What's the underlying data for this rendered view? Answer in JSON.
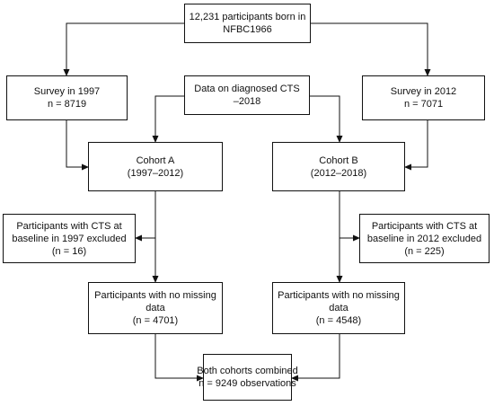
{
  "nodes": {
    "participants": {
      "lines": [
        "12,231 participants born in",
        "NFBC1966"
      ]
    },
    "survey1997": {
      "lines": [
        "Survey in 1997",
        "n = 8719"
      ]
    },
    "cts_data": {
      "lines": [
        "Data on diagnosed CTS",
        "–2018"
      ]
    },
    "survey2012": {
      "lines": [
        "Survey in 2012",
        "n = 7071"
      ]
    },
    "cohort_a": {
      "lines": [
        "Cohort A",
        "(1997–2012)"
      ]
    },
    "cohort_b": {
      "lines": [
        "Cohort B",
        "(2012–2018)"
      ]
    },
    "excluded_a": {
      "lines": [
        "Participants with CTS at",
        "baseline in 1997 excluded",
        "(n = 16)"
      ]
    },
    "excluded_b": {
      "lines": [
        "Participants with CTS at",
        "baseline in 2012 excluded",
        "(n = 225)"
      ]
    },
    "complete_a": {
      "lines": [
        "Participants with no missing",
        "data",
        "(n = 4701)"
      ]
    },
    "complete_b": {
      "lines": [
        "Participants with no missing",
        "data",
        "(n = 4548)"
      ]
    },
    "combined": {
      "lines": [
        "Both cohorts combined",
        "n = 9249 observations"
      ]
    }
  },
  "colors": {
    "stroke": "#111111",
    "fill": "#ffffff",
    "text": "#111111"
  }
}
